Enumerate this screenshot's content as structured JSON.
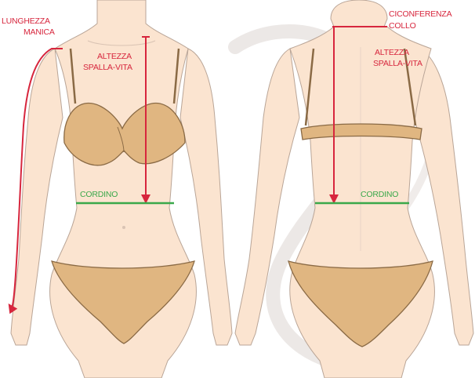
{
  "front_view": {
    "sleeve_label_line1": "LUNGHEZZA",
    "sleeve_label_line2": "MANICA",
    "shoulder_waist_line1": "ALTEZZA",
    "shoulder_waist_line2": "SPALLA-VITA",
    "waist_label": "CORDINO"
  },
  "back_view": {
    "neck_label_line1": "CICONFERENZA",
    "neck_label_line2": "COLLO",
    "shoulder_waist_line1": "ALTEZZA",
    "shoulder_waist_line2": "SPALLA-VITA",
    "waist_label": "CORDINO"
  },
  "colors": {
    "skin": "#fbe4d0",
    "skin_outline": "#b9a597",
    "underwear": "#e0b681",
    "underwear_outline": "#8a6a45",
    "measure_red": "#d7263d",
    "waist_green": "#3aa84a",
    "watermark": "#ece8e6"
  }
}
